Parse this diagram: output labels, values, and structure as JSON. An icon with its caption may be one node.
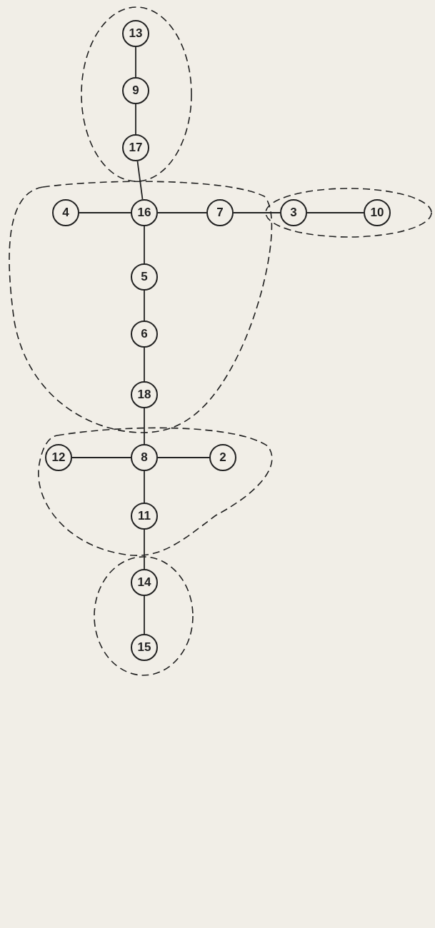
{
  "diagram": {
    "nodes": [
      {
        "text": [],
        "shape": "ellipse"
      },
      {
        "text": [
          "13"
        ],
        "in": 0
      },
      {
        "text": [
          "9"
        ],
        "in": 0
      },
      {
        "text": [
          "17"
        ],
        "in": 0
      },
      {
        "text": [],
        "shape": "blob"
      },
      {
        "text": [
          "4"
        ],
        "in": 4
      },
      {
        "text": [
          "16"
        ],
        "in": 4
      },
      {
        "text": [
          "7"
        ],
        "in": 4
      },
      {
        "text": [
          "5"
        ],
        "in": 4
      },
      {
        "text": [
          "6"
        ],
        "in": 4
      },
      {
        "text": [
          "18"
        ],
        "in": 4
      },
      {
        "text": [],
        "shape": "ellipse"
      },
      {
        "text": [
          "3"
        ],
        "in": 11
      },
      {
        "text": [
          "10"
        ],
        "in": 11
      },
      {
        "text": [],
        "shape": "blob"
      },
      {
        "text": [
          "12"
        ],
        "in": 14
      },
      {
        "text": [
          "8"
        ],
        "in": 14
      },
      {
        "text": [
          "2"
        ],
        "in": 14
      },
      {
        "text": [
          "11"
        ],
        "in": 14
      },
      {
        "text": [],
        "shape": "ellipse"
      },
      {
        "text": [
          "14"
        ],
        "in": 19
      },
      {
        "text": [
          "15"
        ],
        "in": 19
      }
    ],
    "edges": [
      {
        "from": 1,
        "to": 2,
        "arrow": "none"
      },
      {
        "from": 2,
        "to": 3,
        "arrow": "none"
      },
      {
        "from": 3,
        "to": 6,
        "arrow": "none"
      },
      {
        "from": 5,
        "to": 6,
        "arrow": "none"
      },
      {
        "from": 6,
        "to": 7,
        "arrow": "none"
      },
      {
        "from": 7,
        "to": 12,
        "arrow": "none"
      },
      {
        "from": 12,
        "to": 13,
        "arrow": "none"
      },
      {
        "from": 6,
        "to": 8,
        "arrow": "none"
      },
      {
        "from": 8,
        "to": 9,
        "arrow": "none"
      },
      {
        "from": 9,
        "to": 10,
        "arrow": "none"
      },
      {
        "from": 10,
        "to": 16,
        "arrow": "none"
      },
      {
        "from": 15,
        "to": 16,
        "arrow": "none"
      },
      {
        "from": 16,
        "to": 17,
        "arrow": "none"
      },
      {
        "from": 16,
        "to": 18,
        "arrow": "none"
      },
      {
        "from": 18,
        "to": 20,
        "arrow": "none"
      },
      {
        "from": 20,
        "to": 21,
        "arrow": "none"
      }
    ]
  }
}
